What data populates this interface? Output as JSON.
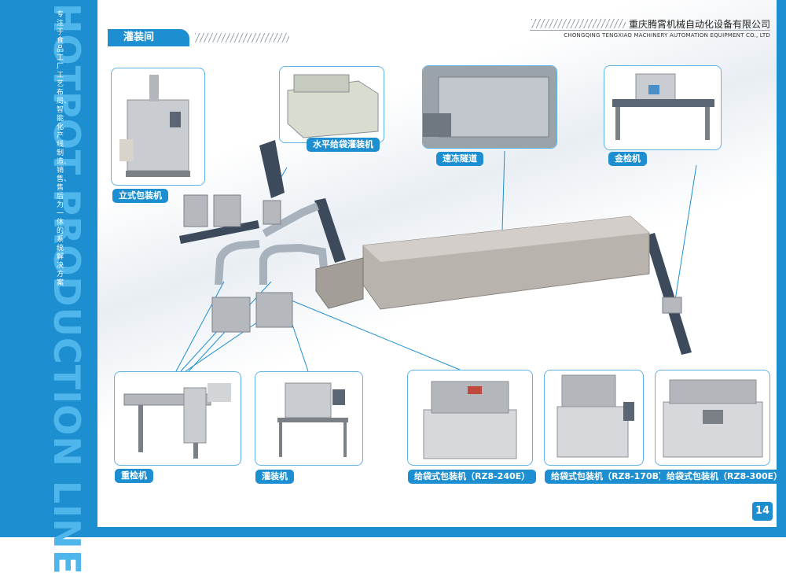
{
  "sidebar": {
    "big_title": "HOTPOT PRODUCTION LINE",
    "tagline": "专注于食品工厂工艺布局、智能化产线制造、销售、售后为一体的系统解决方案"
  },
  "header": {
    "company_cn": "重庆腾霄机械自动化设备有限公司",
    "company_en": "CHONGQING TENGXIAO MACHINERY AUTOMATION EQUIPMENT CO., LTD"
  },
  "section": {
    "title": "灌装间"
  },
  "machines": {
    "vertical_packer": "立式包装机",
    "horizontal_filler": "水平给袋灌装机",
    "quick_freeze": "速冻隧道",
    "metal_detector": "金检机",
    "checkweigher": "重检机",
    "filling_machine": "灌装机",
    "bag_packer_240": "给袋式包装机（RZ8-240E）",
    "bag_packer_170": "给袋式包装机（RZ8-170B）",
    "bag_packer_300": "给袋式包装机（RZ8-300E）"
  },
  "page": {
    "number": "14"
  },
  "colors": {
    "brand_blue": "#1d8fd0",
    "card_border": "#5fb3e6",
    "sidebar_text": "#4fb6ec"
  }
}
